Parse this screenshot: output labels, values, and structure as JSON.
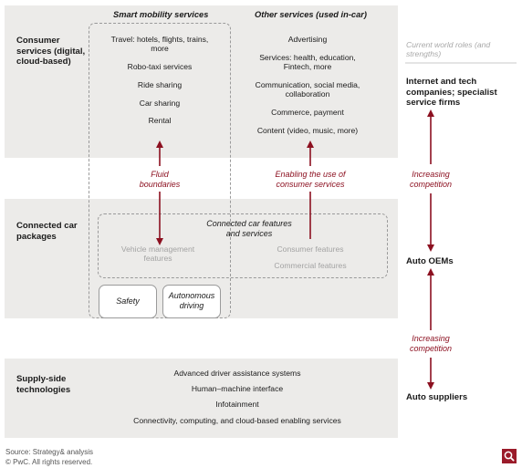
{
  "columns": {
    "smart_mobility": "Smart mobility services",
    "other_services": "Other services (used in-car)"
  },
  "rows": {
    "consumer": "Consumer services (digital, cloud-based)",
    "connected": "Connected car packages",
    "supply": "Supply-side technologies"
  },
  "smart_mobility_items": [
    "Travel: hotels, flights, trains, more",
    "Robo-taxi services",
    "Ride sharing",
    "Car sharing",
    "Rental"
  ],
  "other_items": [
    "Advertising",
    "Services: health, education, Fintech, more",
    "Communication, social media, collaboration",
    "Commerce, payment",
    "Content (video, music, more)"
  ],
  "arrows": {
    "fluid": "Fluid boundaries",
    "enabling": "Enabling the use of consumer services",
    "increasing1": "Increasing competition",
    "increasing2": "Increasing competition"
  },
  "connected_box": {
    "title": "Connected car features and services",
    "vehicle_mgmt": "Vehicle management features",
    "consumer_features": "Consumer features",
    "commercial_features": "Commercial features"
  },
  "small_boxes": {
    "safety": "Safety",
    "autonomous": "Autonomous driving"
  },
  "supply_items": [
    "Advanced driver assistance systems",
    "Human–machine interface",
    "Infotainment",
    "Connectivity, computing, and cloud-based enabling services"
  ],
  "roles": {
    "header": "Current world roles (and strengths)",
    "internet": "Internet and tech companies; specialist service firms",
    "oems": "Auto OEMs",
    "suppliers": "Auto suppliers"
  },
  "source": {
    "line1": "Source: Strategy& analysis",
    "line2": "© PwC. All rights reserved."
  },
  "colors": {
    "band": "#ecebe9",
    "accent_red": "#8c1020",
    "icon_bg": "#9b1b2a"
  },
  "icons": {
    "zoom": "magnifier-icon"
  }
}
